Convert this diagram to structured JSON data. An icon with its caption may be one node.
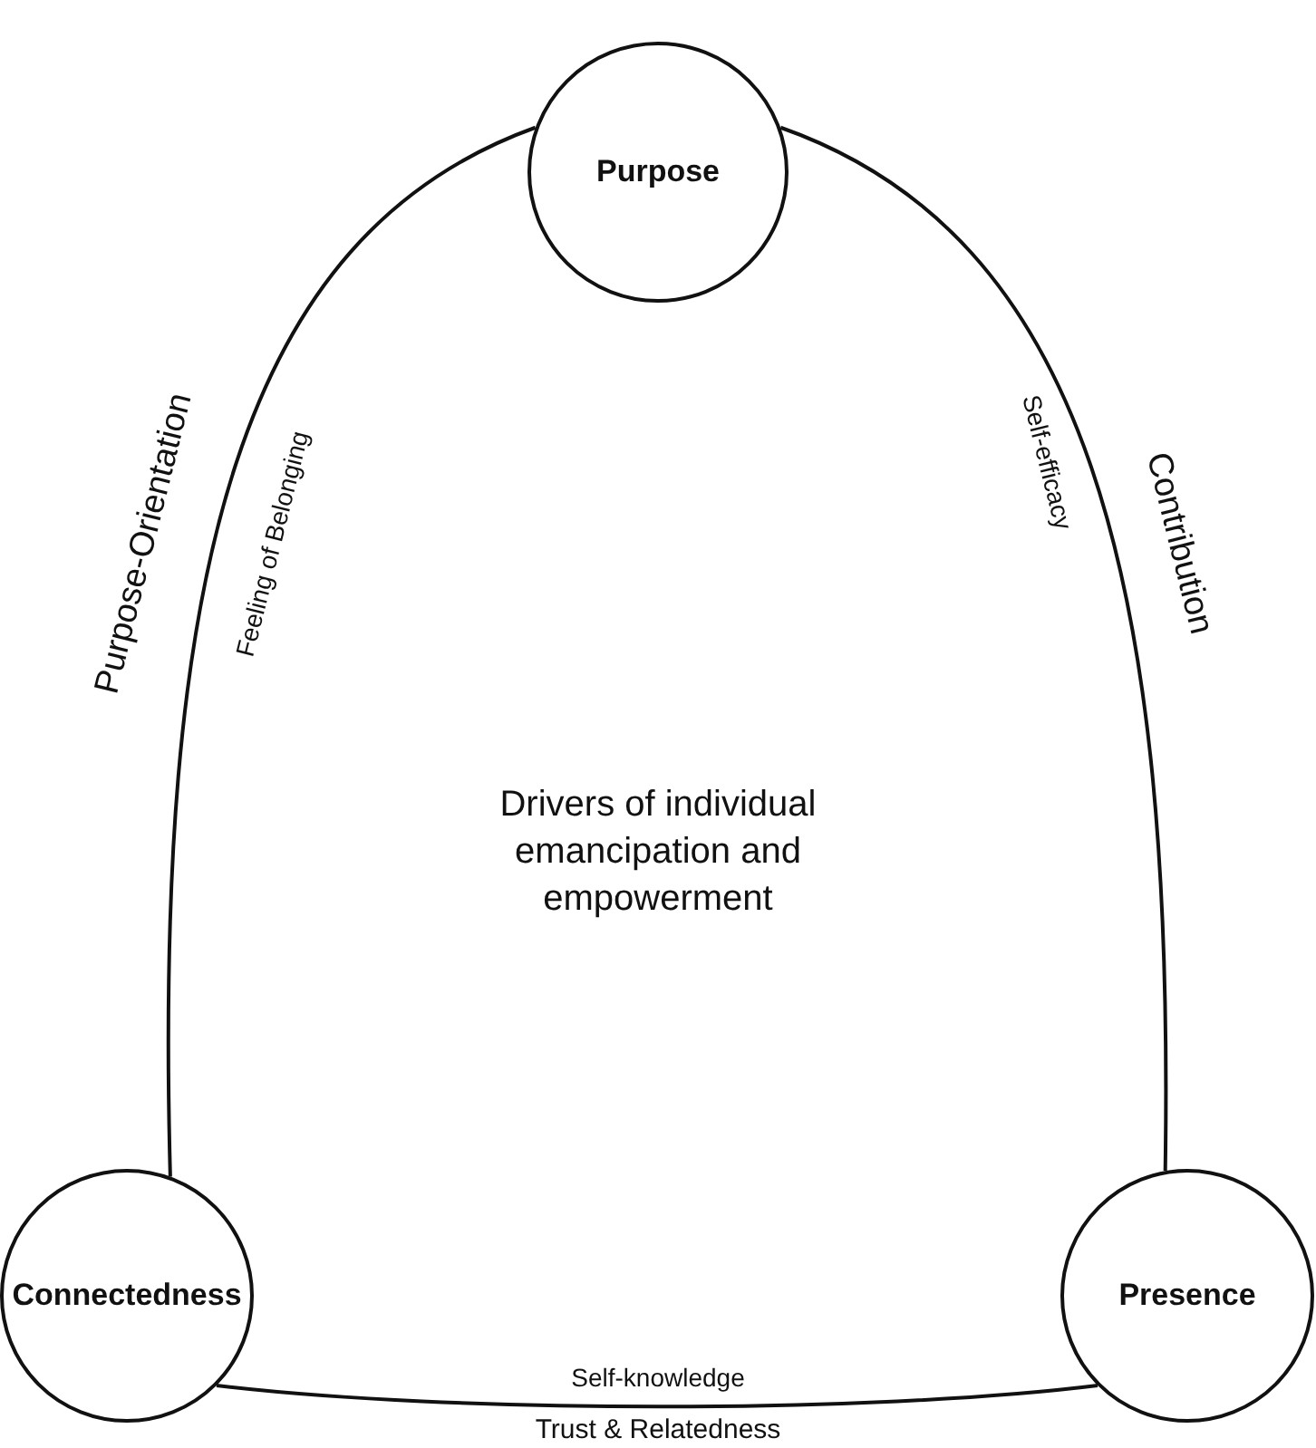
{
  "diagram": {
    "nodes": [
      {
        "text": [
          "Purpose"
        ]
      },
      {
        "text": [
          "Connectedness"
        ]
      },
      {
        "text": [
          "Presence"
        ]
      }
    ],
    "edges": [
      {
        "from": 0,
        "to": 1,
        "arrow": "none",
        "label": "Purpose-Orientation"
      },
      {
        "from": 0,
        "to": 2,
        "arrow": "none",
        "label": "Contribution"
      },
      {
        "from": 1,
        "to": 2,
        "arrow": "none",
        "label": "Trust & Relatedness"
      }
    ],
    "labels": [
      "Feeling of Belonging",
      "Self-efficacy",
      "Drivers of individual emancipation and empowerment",
      "Self-knowledge"
    ]
  }
}
